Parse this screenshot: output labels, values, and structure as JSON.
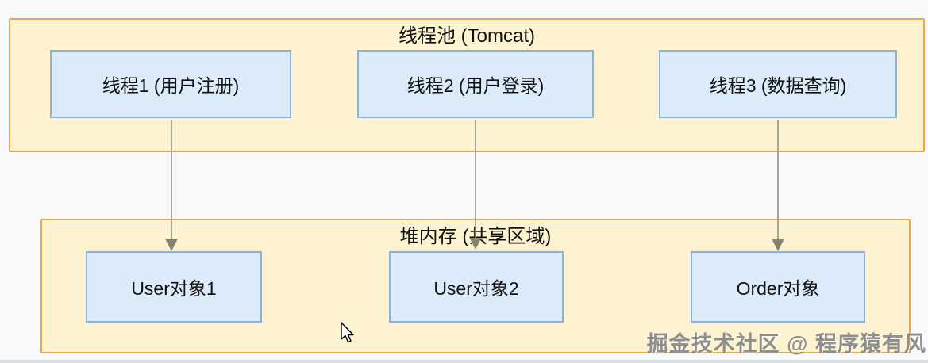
{
  "diagram": {
    "thread_pool": {
      "title": "线程池 (Tomcat)",
      "threads": [
        {
          "label": "线程1 (用户注册)"
        },
        {
          "label": "线程2 (用户登录)"
        },
        {
          "label": "线程3 (数据查询)"
        }
      ]
    },
    "heap": {
      "title": "堆内存 (共享区域)",
      "objects": [
        {
          "label": "User对象1"
        },
        {
          "label": "User对象2"
        },
        {
          "label": "Order对象"
        }
      ]
    },
    "arrows": [
      {
        "from": "线程1 (用户注册)",
        "to": "User对象1"
      },
      {
        "from": "线程2 (用户登录)",
        "to": "User对象2"
      },
      {
        "from": "线程3 (数据查询)",
        "to": "Order对象"
      }
    ]
  },
  "watermark": {
    "text": "掘金技术社区 @ 程序猿有风"
  },
  "colors": {
    "container_fill": "#fdf3d0",
    "container_border": "#eaa74e",
    "box_fill": "#dcebfa",
    "box_border": "#8bafdf",
    "arrow": "#8f8f7a",
    "text": "#111111",
    "background": "#f8f9fb",
    "watermark": "#808080"
  }
}
